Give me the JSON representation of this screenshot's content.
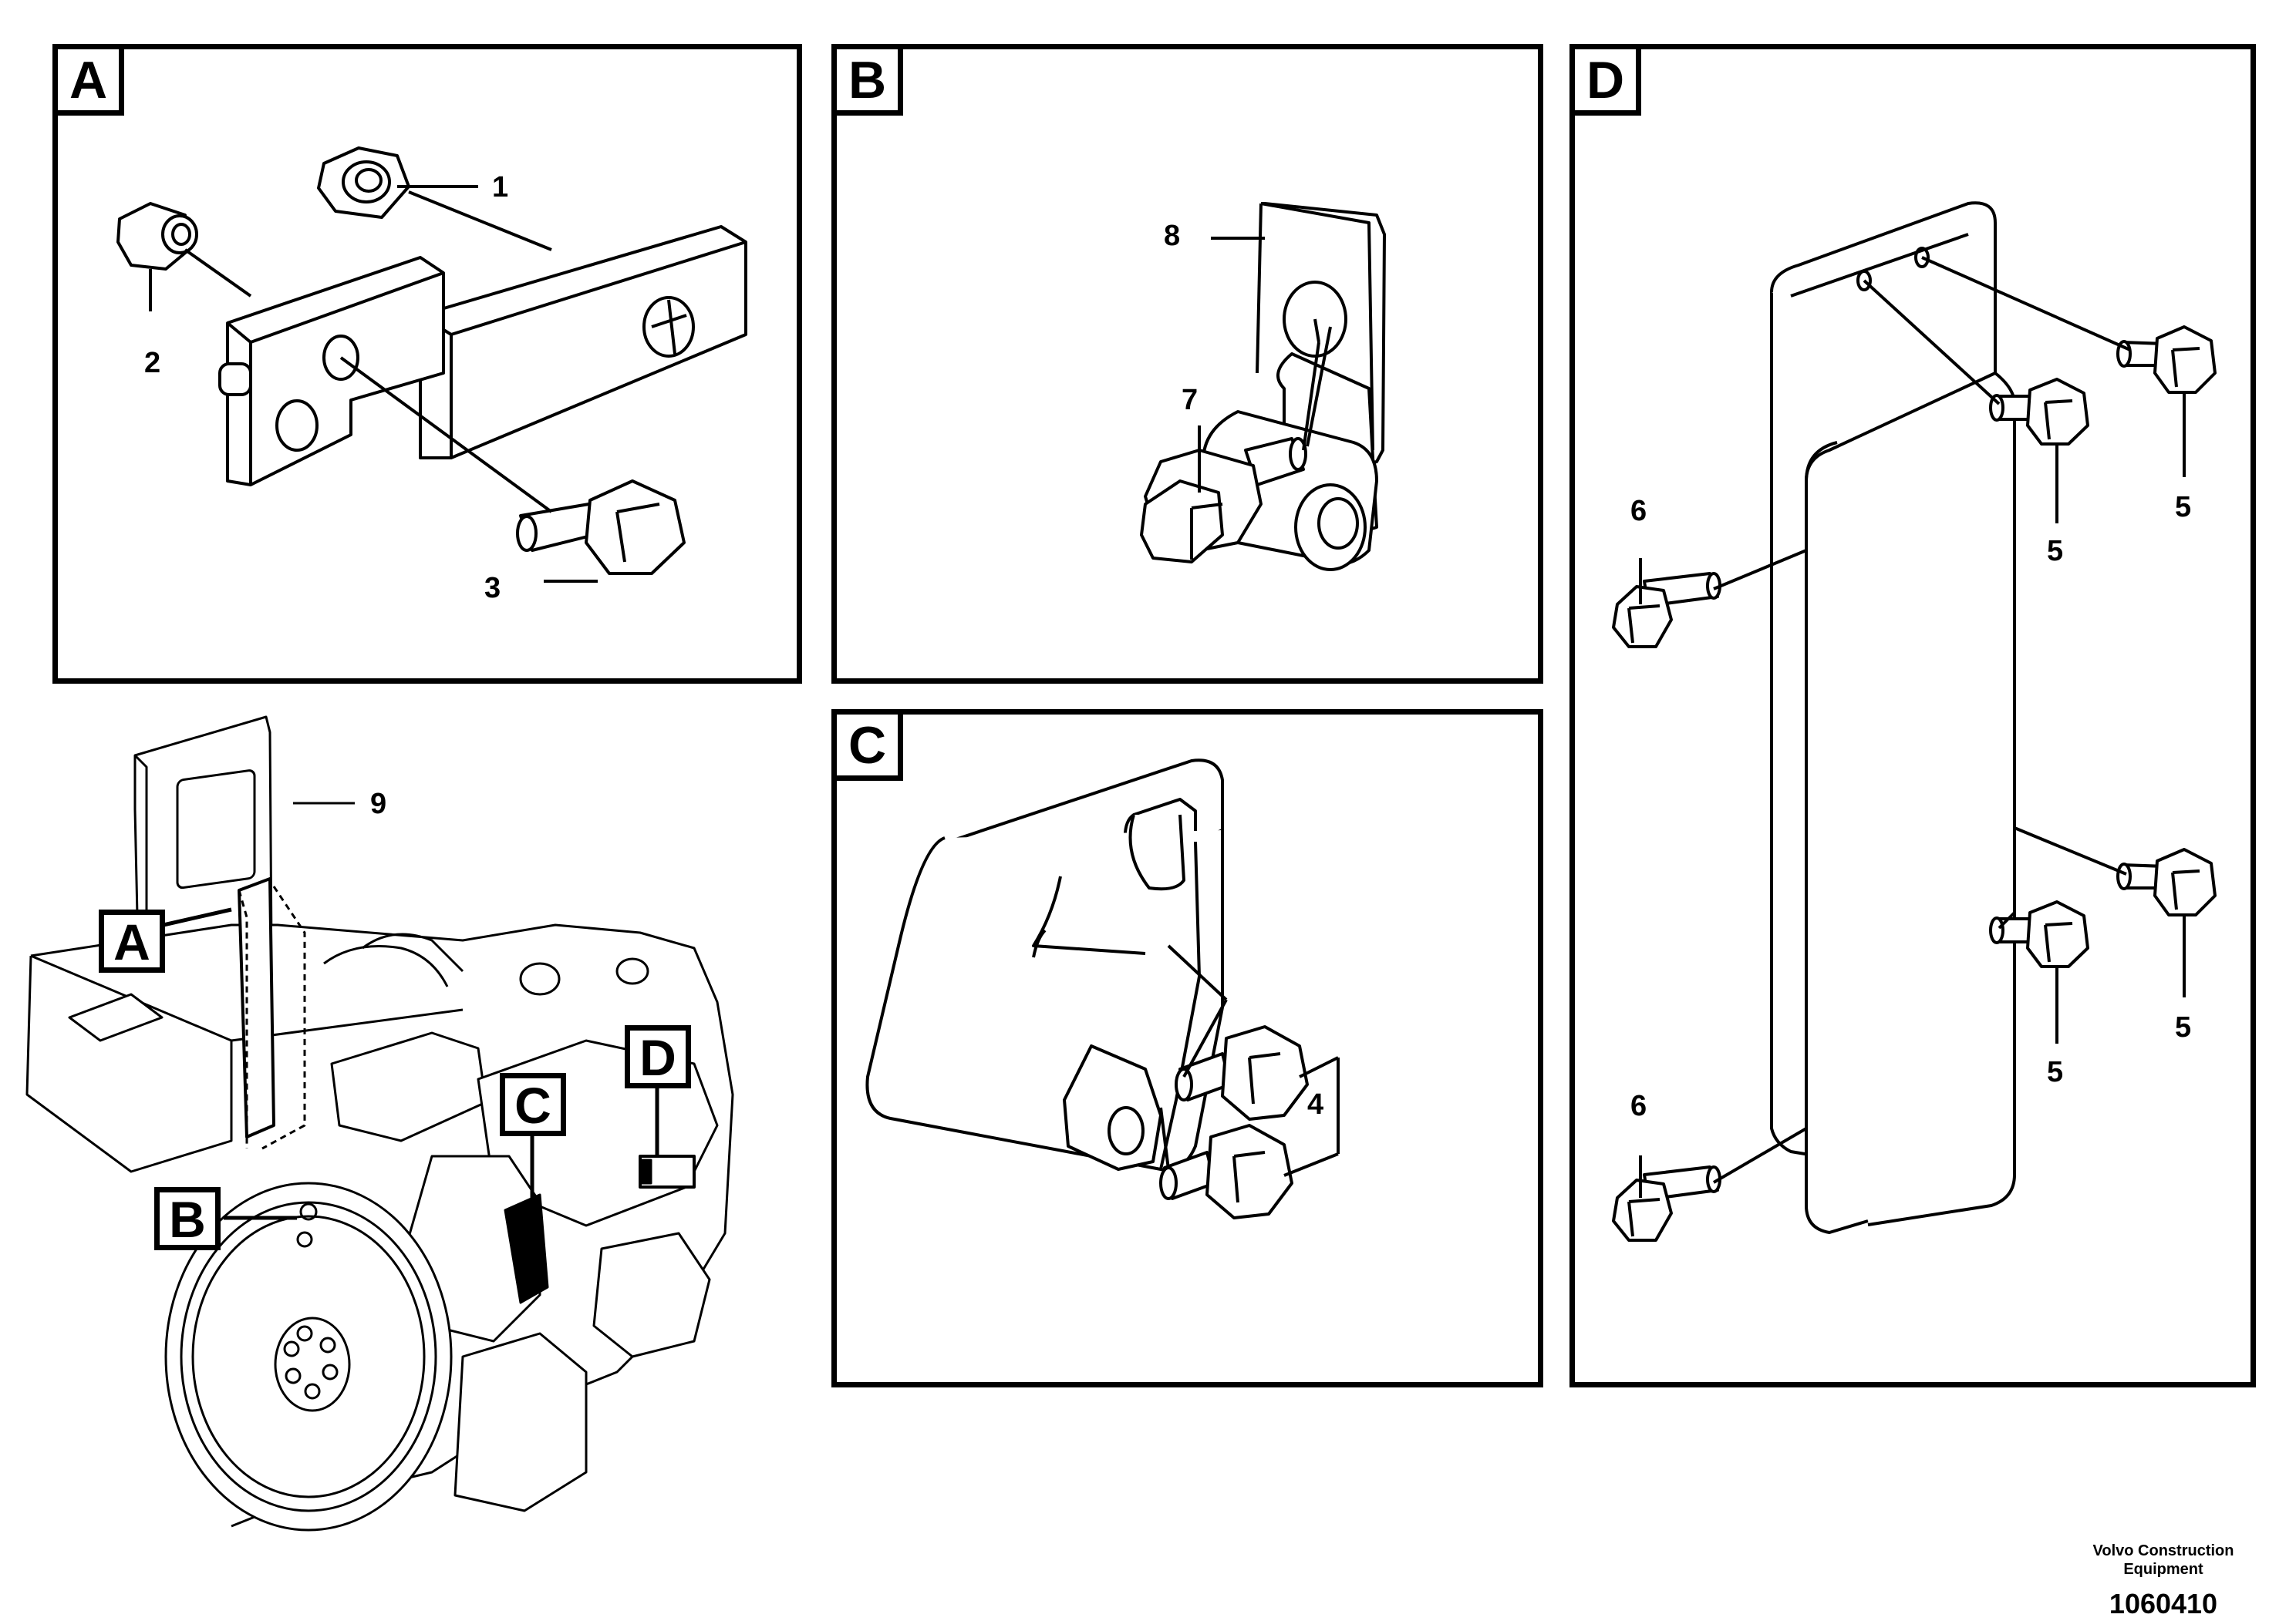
{
  "panels": {
    "A": {
      "tag": "A",
      "callouts": [
        "1",
        "2",
        "3"
      ]
    },
    "B": {
      "tag": "B",
      "callouts": [
        "7",
        "8"
      ]
    },
    "C": {
      "tag": "C",
      "callouts": [
        "4"
      ]
    },
    "D": {
      "tag": "D",
      "callouts": [
        "5",
        "5",
        "5",
        "5",
        "6",
        "6"
      ]
    }
  },
  "overview": {
    "part_number_label": "9",
    "location_tags": [
      "A",
      "B",
      "C",
      "D"
    ]
  },
  "footer": {
    "company_line1": "Volvo Construction",
    "company_line2": "Equipment",
    "document_number": "1060410"
  }
}
